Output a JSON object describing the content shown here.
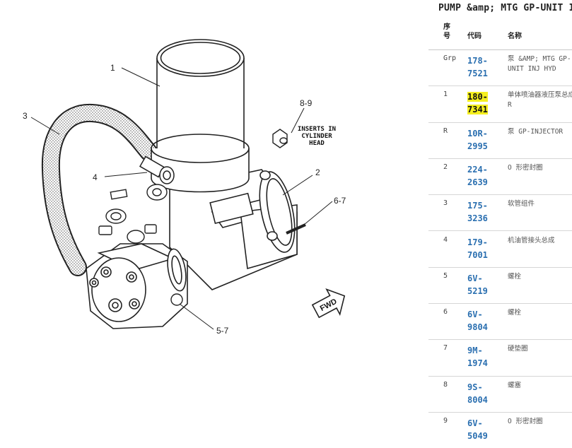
{
  "diagram": {
    "callouts": {
      "c1": "1",
      "c2": "2",
      "c3": "3",
      "c4": "4",
      "c67": "6-7",
      "c57": "5-7",
      "c89": "8-9"
    },
    "inserts_note": [
      "INSERTS IN",
      "CYLINDER",
      "HEAD"
    ],
    "fwd_label": "FWD"
  },
  "parts": {
    "title": "PUMP &amp; MTG GP-UNIT IN",
    "headers": {
      "no": [
        "序",
        "号"
      ],
      "code": "代码",
      "name": "名称"
    },
    "rows": [
      {
        "no": "Grp",
        "code": [
          "178-",
          "7521"
        ],
        "name": "泵 &AMP; MTG GP-UNIT INJ HYD",
        "highlight": false
      },
      {
        "no": "1",
        "code": [
          "180-",
          "7341"
        ],
        "name": "单体喷油器液压泵总成 R",
        "highlight": true
      },
      {
        "no": "R",
        "code": [
          "10R-",
          "2995"
        ],
        "name": "泵 GP-INJECTOR",
        "highlight": false
      },
      {
        "no": "2",
        "code": [
          "224-",
          "2639"
        ],
        "name": "O 形密封圈",
        "highlight": false
      },
      {
        "no": "3",
        "code": [
          "175-",
          "3236"
        ],
        "name": "软管组件",
        "highlight": false
      },
      {
        "no": "4",
        "code": [
          "179-",
          "7001"
        ],
        "name": "机油管接头总成",
        "highlight": false
      },
      {
        "no": "5",
        "code": [
          "6V-",
          "5219"
        ],
        "name": "螺栓",
        "highlight": false
      },
      {
        "no": "6",
        "code": [
          "6V-",
          "9804"
        ],
        "name": "螺栓",
        "highlight": false
      },
      {
        "no": "7",
        "code": [
          "9M-",
          "1974"
        ],
        "name": "硬垫圈",
        "highlight": false
      },
      {
        "no": "8",
        "code": [
          "9S-",
          "8004"
        ],
        "name": "螺塞",
        "highlight": false
      },
      {
        "no": "9",
        "code": [
          "6V-",
          "5049"
        ],
        "name": "O 形密封圈",
        "highlight": false
      }
    ]
  }
}
